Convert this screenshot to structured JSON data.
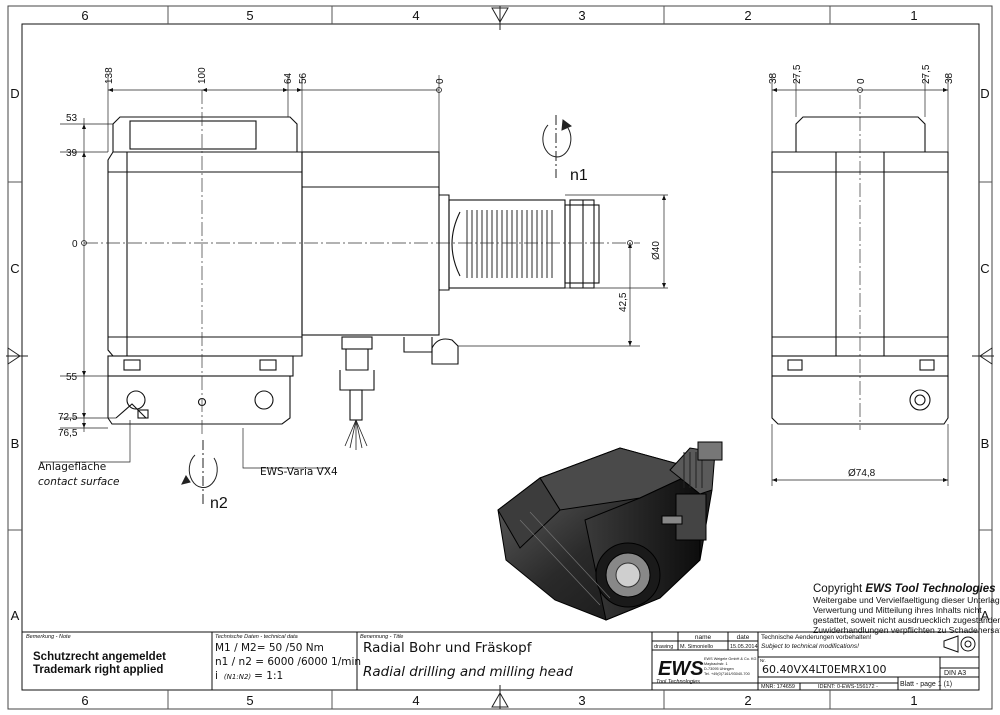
{
  "grid": {
    "top_cols": [
      "6",
      "5",
      "4",
      "3",
      "2",
      "1"
    ],
    "bottom_cols": [
      "6",
      "5",
      "4",
      "3",
      "2",
      "1"
    ],
    "left_rows": [
      "D",
      "C",
      "B",
      "A"
    ],
    "right_rows": [
      "D",
      "C",
      "B",
      "A"
    ]
  },
  "front_view": {
    "dims_top": [
      "138",
      "100",
      "64",
      "56",
      "0"
    ],
    "dims_left": [
      "53",
      "39",
      "0",
      "55",
      "72,5",
      "76,5"
    ],
    "dim_diameter": "Ø40",
    "dim_offset": "42,5",
    "rotation_1": "n1",
    "rotation_2": "n2",
    "callout_contact_de": "Anlagefläche",
    "callout_contact_en": "contact surface",
    "callout_variant": "EWS-Varia VX4"
  },
  "side_view": {
    "dims_top": [
      "38",
      "27,5",
      "0",
      "27,5",
      "38"
    ],
    "dim_diameter": "Ø74,8"
  },
  "copyright": {
    "lead": "Copyright ",
    "brand": "EWS Tool Technologies",
    "lines": [
      "Weitergabe und Vervielfaeltigung dieser Unterlage,",
      "Verwertung und Mitteilung ihres Inhalts nicht",
      "gestattet, soweit nicht ausdruecklich zugestanden.",
      "Zuwiderhandlungen verpflichten zu Schadenersatz."
    ]
  },
  "title_block": {
    "remark_header": "Bemerkung - Note",
    "remark_line1": "Schutzrecht angemeldet",
    "remark_line2": "Trademark right applied",
    "tech_header": "Technische Daten - technical data",
    "tech_line1": "M1 / M2= 50  /50  Nm",
    "tech_line2": "n1 / n2 = 6000 /6000  1/min",
    "tech_line3_a": "i",
    "tech_line3_b": "(N1:N2)",
    "tech_line3_c": "= 1:1",
    "name_header": "Benennung - Title",
    "title_de": "Radial Bohr und Fräskopf",
    "title_en": "Radial drilling and milling head",
    "col_name": "name",
    "col_date": "date",
    "row_label": "drawing",
    "drawer": "M. Simoniello",
    "date": "15.05.2014",
    "logo": "EWS",
    "logo_sub": "Tool Technologies",
    "company_lines": [
      "EWS Weigele GmbH & Co. KG",
      "Maybachstr. 1",
      "D-73095 Uhingen",
      "Tel. +49(0)7161/93040-700"
    ],
    "notice_de": "Technische Aenderungen vorbehalten!",
    "notice_en": "Subject to technical modifications!",
    "nr_label": "Nr.",
    "part_number": "60.40VX4LT0EMRX100",
    "format": "DIN A3",
    "mnr": "MNR: 174659",
    "ident": "IDENT: 0-EWS-156172 -",
    "sheet": "Blatt - page  1 (1)"
  },
  "colors": {
    "line": "#111111",
    "grid": "#555555",
    "paper": "#ffffff"
  }
}
